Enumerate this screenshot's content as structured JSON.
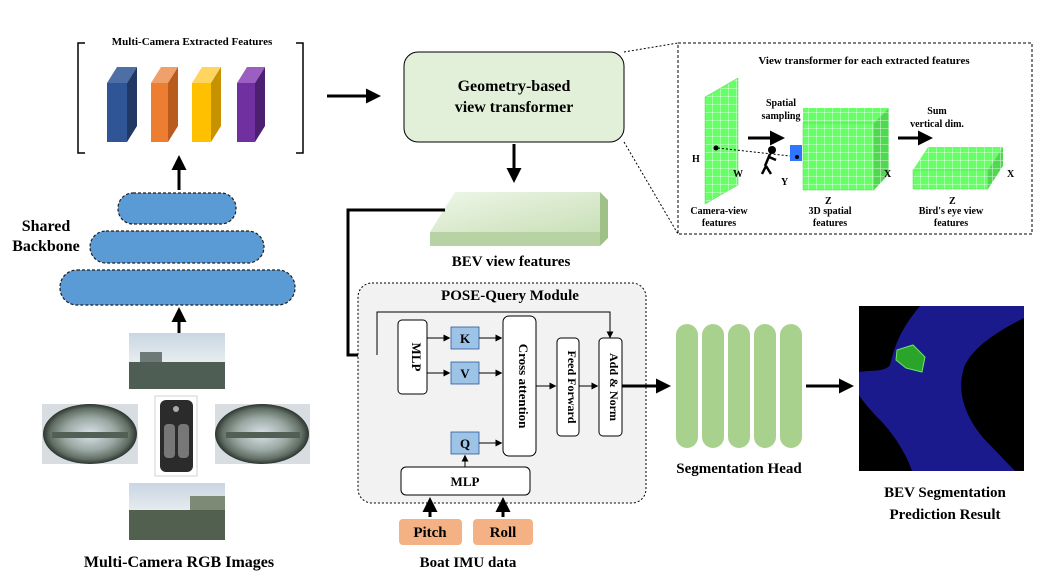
{
  "features_title": "Multi-Camera Extracted Features",
  "backbone_label_line1": "Shared",
  "backbone_label_line2": "Backbone",
  "rgb_images_label": "Multi-Camera RGB Images",
  "geo_transformer_line1": "Geometry-based",
  "geo_transformer_line2": "view transformer",
  "bev_features_label": "BEV view features",
  "view_transformer": {
    "title": "View transformer for each extracted features",
    "spatial_sampling_line1": "Spatial",
    "spatial_sampling_line2": "sampling",
    "sum_line1": "Sum",
    "sum_line2": "vertical dim.",
    "axis_h": "H",
    "axis_w": "W",
    "axis_y": "Y",
    "axis_z": "Z",
    "axis_x": "X",
    "camera_view_line1": "Camera-view",
    "camera_view_line2": "features",
    "spatial3d_line1": "3D spatial",
    "spatial3d_line2": "features",
    "bev_line1": "Bird's eye view",
    "bev_line2": "features"
  },
  "pose_query": {
    "title": "POSE-Query  Module",
    "mlp_vertical": "MLP",
    "k": "K",
    "v": "V",
    "q": "Q",
    "cross_attention": "Cross attention",
    "feed_forward": "Feed Forward",
    "add_norm": "Add & Norm",
    "mlp_bottom": "MLP"
  },
  "imu": {
    "pitch": "Pitch",
    "roll": "Roll",
    "label": "Boat IMU data"
  },
  "segmentation_head_label": "Segmentation Head",
  "result_label_line1": "BEV Segmentation",
  "result_label_line2": "Prediction Result",
  "colors": {
    "blue_block": "#5b9bd5",
    "green_box": "#e2f0d9",
    "light_green": "#a9d18e",
    "grid_green": "#66ff66",
    "query_blue": "#9dc3e6",
    "imu_orange": "#f4b183",
    "feature_colors": [
      "#2f5597",
      "#ed7d31",
      "#ffc000",
      "#7030a0"
    ],
    "seg_blue": "#1a1a8c",
    "seg_green": "#2aa52a"
  }
}
